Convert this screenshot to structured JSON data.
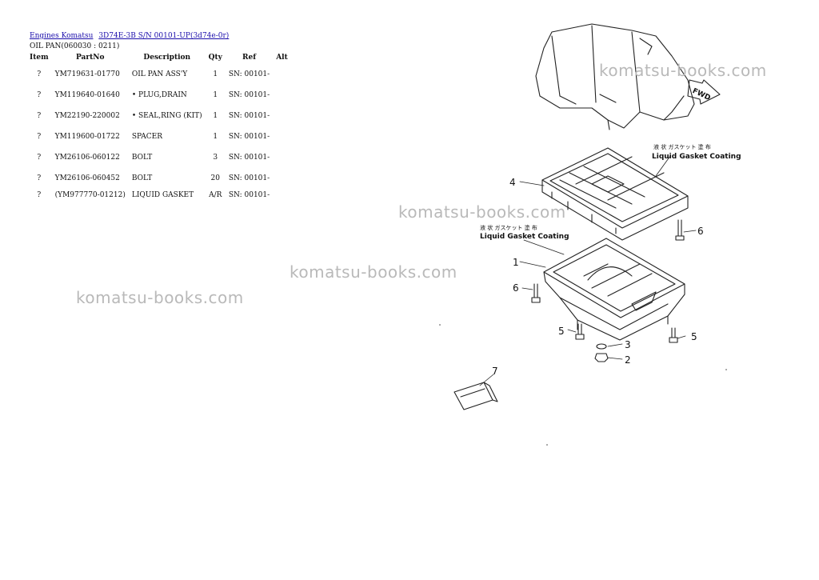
{
  "breadcrumb": {
    "link1": "Engines Komatsu",
    "link2": "3D74E-3B S/N 00101-UP(3d74e-0r)"
  },
  "section_title": "OIL PAN(060030 : 0211)",
  "table": {
    "headers": [
      "Item",
      "PartNo",
      "Description",
      "Qty",
      "Ref",
      "Alt"
    ],
    "rows": [
      {
        "item": "?",
        "partno": "YM719631-01770",
        "description": "OIL PAN ASS'Y",
        "qty": "1",
        "ref": "SN: 00101-",
        "alt": ""
      },
      {
        "item": "?",
        "partno": "YM119640-01640",
        "description": "• PLUG,DRAIN",
        "qty": "1",
        "ref": "SN: 00101-",
        "alt": ""
      },
      {
        "item": "?",
        "partno": "YM22190-220002",
        "description": "• SEAL,RING (KIT)",
        "qty": "1",
        "ref": "SN: 00101-",
        "alt": ""
      },
      {
        "item": "?",
        "partno": "YM119600-01722",
        "description": "SPACER",
        "qty": "1",
        "ref": "SN: 00101-",
        "alt": ""
      },
      {
        "item": "?",
        "partno": "YM26106-060122",
        "description": "BOLT",
        "qty": "3",
        "ref": "SN: 00101-",
        "alt": ""
      },
      {
        "item": "?",
        "partno": "YM26106-060452",
        "description": "BOLT",
        "qty": "20",
        "ref": "SN: 00101-",
        "alt": ""
      },
      {
        "item": "?",
        "partno": "(YM977770-01212)",
        "description": "LIQUID GASKET",
        "qty": "A/R",
        "ref": "SN: 00101-",
        "alt": ""
      }
    ]
  },
  "watermark": "komatsu-books.com",
  "diagram": {
    "fwd_label": "FWD",
    "note_jp": "液 状 ガスケット 塗 布",
    "note_en": "Liquid Gasket Coating",
    "callouts": [
      "1",
      "2",
      "3",
      "4",
      "5",
      "5",
      "6",
      "6",
      "7"
    ]
  }
}
